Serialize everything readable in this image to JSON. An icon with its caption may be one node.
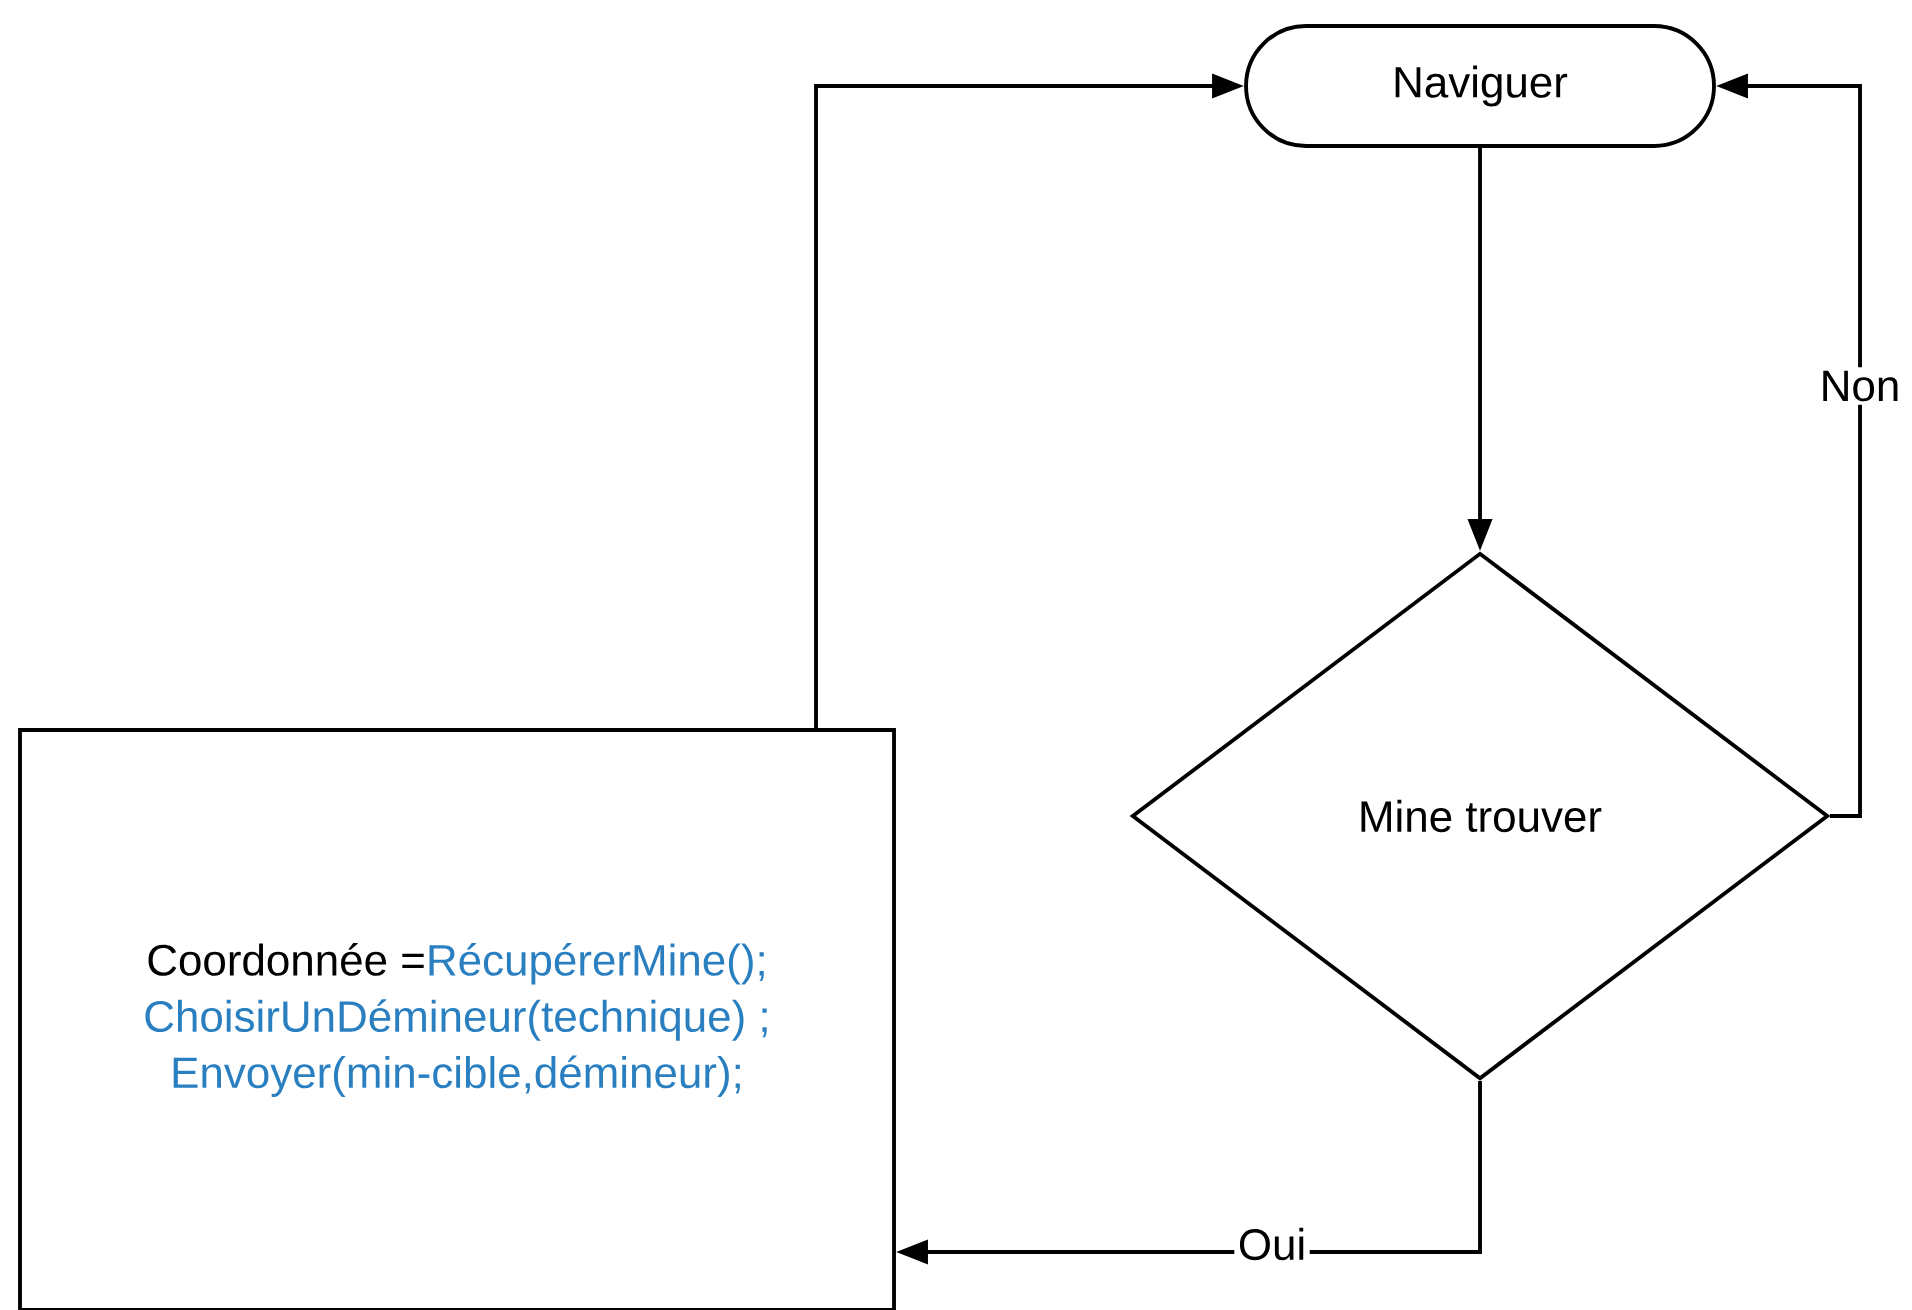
{
  "diagram": {
    "nodes": [
      {
        "text": [
          "Naviguer"
        ]
      },
      {
        "text": [
          "Mine trouver"
        ]
      },
      {
        "text": [
          "Coordonnée  =",
          "RécupérerMine(); ChoisirUnDémineur(technique)  ; Envoyer(min-cible,démineur);"
        ]
      }
    ],
    "edges": [
      {
        "from": 0,
        "to": 1,
        "arrow": "to"
      },
      {
        "from": 1,
        "to": 0,
        "arrow": "to",
        "label": "Non"
      },
      {
        "from": 1,
        "to": 2,
        "arrow": "to",
        "label": "Oui"
      },
      {
        "from": 2,
        "to": 0,
        "arrow": "to"
      }
    ]
  }
}
